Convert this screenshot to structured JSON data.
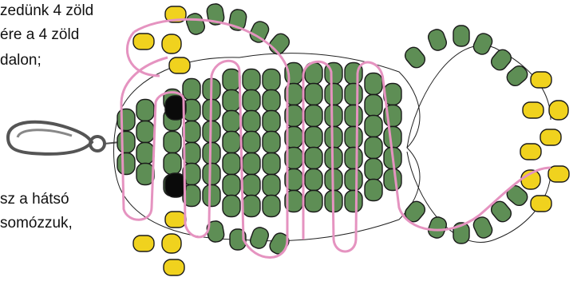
{
  "text_lines": {
    "l1": "zedünk 4 zöld",
    "l2": "ére a 4 zöld",
    "l3": "dalon;",
    "l4": "sz a hátsó",
    "l5": "somózzuk,"
  },
  "diagram": {
    "kind": "bead-weaving-pattern",
    "subject": "beaded turtle keychain",
    "icons": [
      "keyring-clasp-icon"
    ],
    "colors": {
      "green_bead": "#5e8e55",
      "yellow_bead": "#f0d21e",
      "black_bead": "#0a0a0a",
      "thread": "#e593c0",
      "outline": "#1a1a1a"
    }
  }
}
